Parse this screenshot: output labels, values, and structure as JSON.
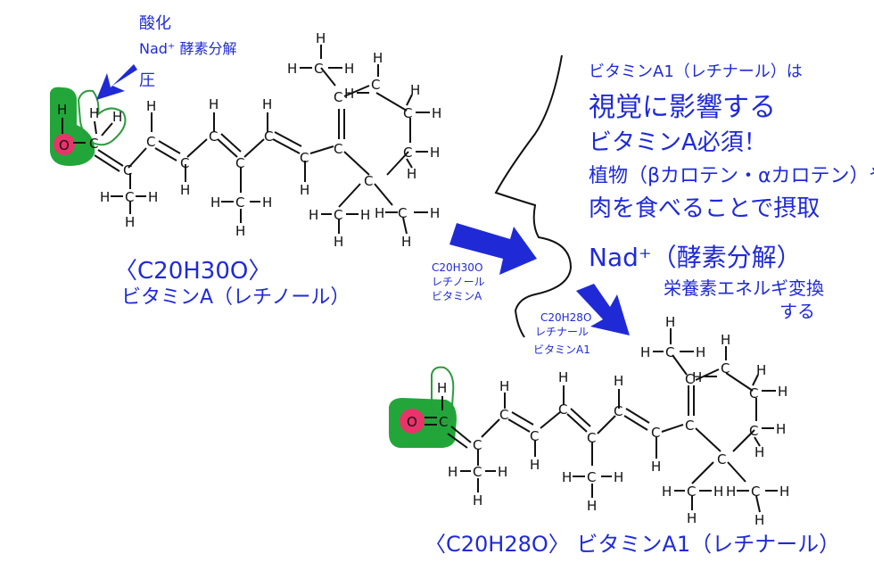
{
  "annotations": {
    "top_note": [
      "酸化",
      "Nad⁺ 酵素分解",
      "圧"
    ],
    "retinol_formula": "〈C20H30O〉",
    "retinol_name": "ビタミンA（レチノール）",
    "arrow1_label": [
      "C20H30O",
      "レチノール",
      "ビタミンA"
    ],
    "arrow2_label": [
      "C20H28O",
      "レチナール",
      "ビタミンA1"
    ],
    "retinal_caption": "〈C20H28O〉 ビタミンA1（レチナール）",
    "right_text": [
      "ビタミンA1（レチナール）は",
      "視覚に影響する",
      "ビタミンA必須！",
      "植物（βカロテン・αカロテン）や",
      "肉を食べることで摂取",
      "Nad⁺（酵素分解）",
      "栄養素エネルギ変換",
      "する"
    ]
  },
  "atoms": {
    "H": "H",
    "C": "C",
    "O": "O"
  },
  "colors": {
    "annotation": "#1f2ad6",
    "oxygen": "#e8336b",
    "highlight": "#22a63a",
    "outline": "#2f9a40",
    "ink": "#111111"
  }
}
